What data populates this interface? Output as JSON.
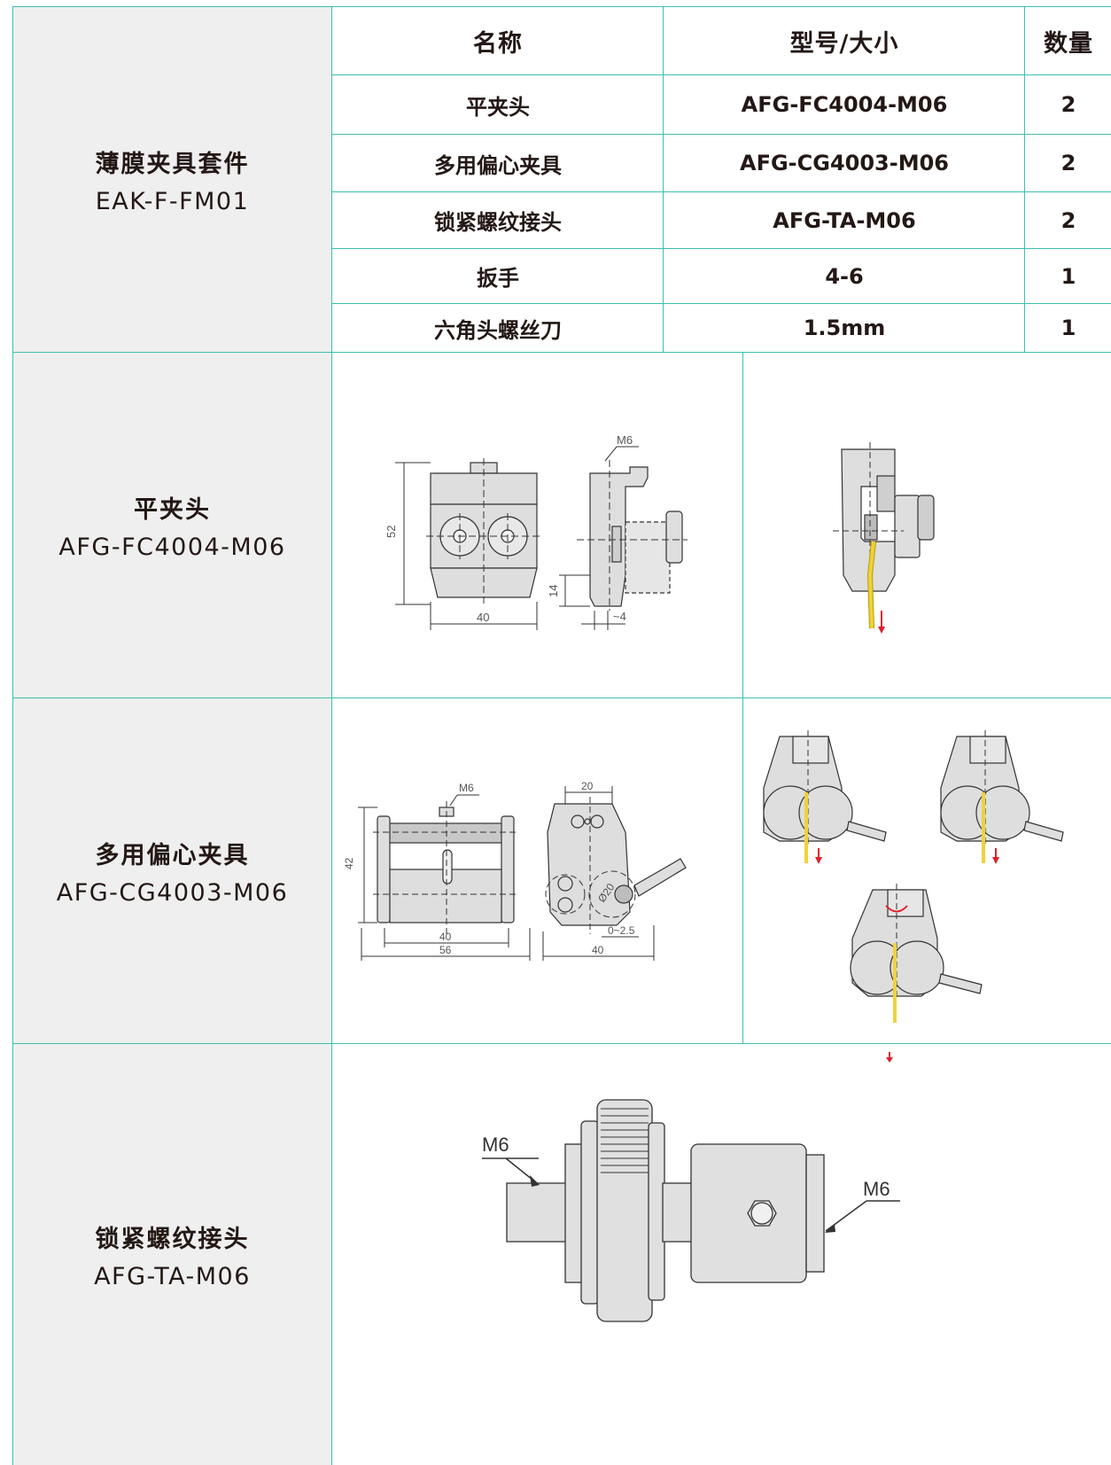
{
  "kit": {
    "name": "薄膜夹具套件",
    "code": "EAK-F-FM01"
  },
  "table": {
    "headers": [
      "名称",
      "型号/大小",
      "数量"
    ],
    "rows": [
      {
        "name": "平夹头",
        "model": "AFG-FC4004-M06",
        "qty": "2"
      },
      {
        "name": "多用偏心夹具",
        "model": "AFG-CG4003-M06",
        "qty": "2"
      },
      {
        "name": "锁紧螺纹接头",
        "model": "AFG-TA-M06",
        "qty": "2"
      },
      {
        "name": "扳手",
        "model": "4-6",
        "qty": "1"
      },
      {
        "name": "六角头螺丝刀",
        "model": "1.5mm",
        "qty": "1"
      }
    ]
  },
  "sections": [
    {
      "name": "平夹头",
      "code": "AFG-FC4004-M06",
      "drawing_labels": {
        "height": "52",
        "width": "40",
        "thread": "M6",
        "base": "14",
        "gap": "~4"
      }
    },
    {
      "name": "多用偏心夹具",
      "code": "AFG-CG4003-M06",
      "drawing_labels": {
        "thread": "M6",
        "height": "42",
        "inner_width": "40",
        "outer_width": "56",
        "top_width": "20",
        "diameter": "Ø20",
        "gap": "0~2.5",
        "bottom_width": "40"
      }
    },
    {
      "name": "锁紧螺纹接头",
      "code": "AFG-TA-M06",
      "drawing_labels": {
        "thread_left": "M6",
        "thread_right": "M6"
      }
    }
  ],
  "colors": {
    "border": "#3dbfb0",
    "side_bg": "#efefef",
    "text": "#231815",
    "part_fill": "#dedede",
    "film": "#f0d23a",
    "arrow": "#e0202a"
  }
}
